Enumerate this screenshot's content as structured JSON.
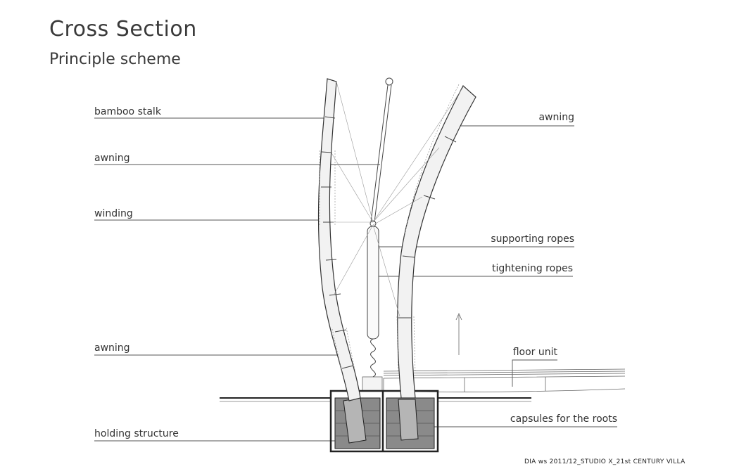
{
  "title": "Cross Section",
  "subtitle": "Principle scheme",
  "credit": "DIA ws 2011/12_STUDIO X_21st CENTURY VILLA",
  "labels": {
    "bamboo_stalk": "bamboo stalk",
    "awning_left_top": "awning",
    "winding": "winding",
    "awning_left_bottom": "awning",
    "holding_structure": "holding structure",
    "awning_right": "awning",
    "supporting_ropes": "supporting ropes",
    "tightening_ropes": "tightening ropes",
    "floor_unit": "floor unit",
    "capsules_for_the_roots": "capsules for the roots"
  }
}
